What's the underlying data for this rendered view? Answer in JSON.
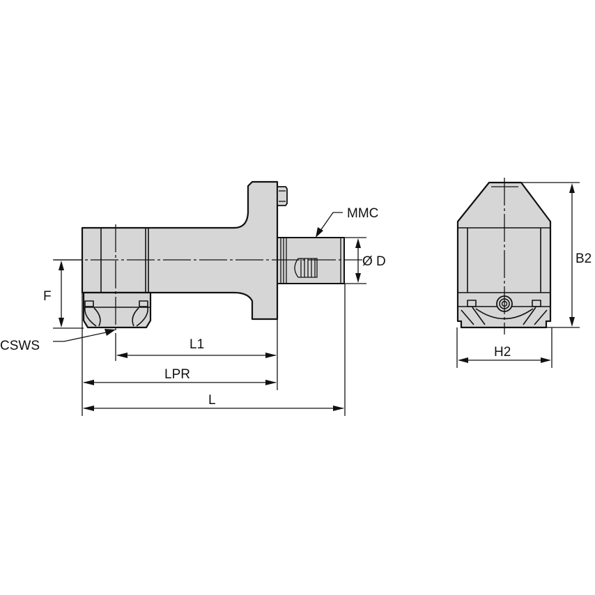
{
  "drawing": {
    "title": "Tool holder dimension drawing",
    "side_view": {
      "labels": {
        "f": "F",
        "csws": "CSWS",
        "l1": "L1",
        "lpr": "LPR",
        "l": "L",
        "mmc": "MMC",
        "d": "Ø D"
      }
    },
    "end_view": {
      "labels": {
        "b2": "B2",
        "h2": "H2"
      }
    },
    "colors": {
      "part_fill": "#d6d6d6",
      "line": "#111111",
      "background": "#ffffff"
    }
  }
}
